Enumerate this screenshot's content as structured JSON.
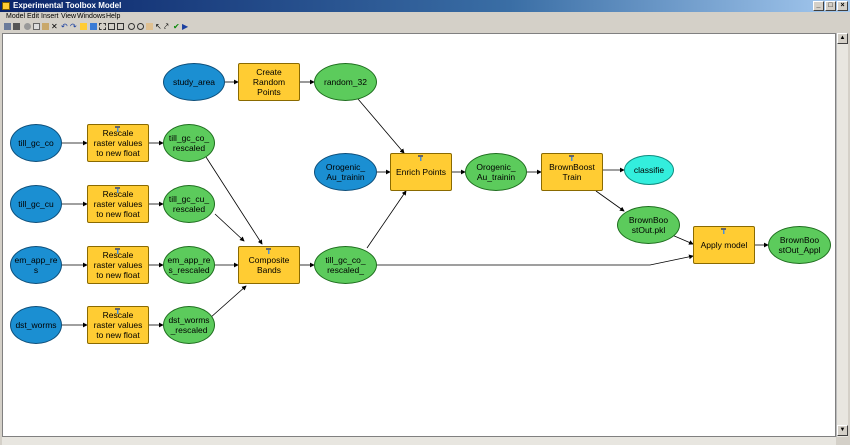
{
  "window": {
    "title": "Experimental Toolbox Model"
  },
  "menu": [
    "Model",
    "Edit",
    "Insert",
    "View",
    "Windows",
    "Help"
  ],
  "nodes": {
    "study_area": "study_area",
    "create_random_points": "Create\nRandom\nPoints",
    "random_32": "random_32",
    "till_gc_co": "till_gc_co",
    "rescale_1": "Rescale\nraster values\nto new float",
    "till_gc_co_rescaled": "till_gc_co_\nrescaled",
    "till_gc_cu": "till_gc_cu",
    "rescale_2": "Rescale\nraster values\nto new float",
    "till_gc_cu_rescaled": "till_gc_cu_\nrescaled",
    "em_app_res": "em_app_re\ns",
    "rescale_3": "Rescale\nraster values\nto new float",
    "em_app_res_rescaled": "em_app_re\ns_rescaled",
    "dst_worms": "dst_worms",
    "rescale_4": "Rescale\nraster values\nto new float",
    "dst_worms_rescaled": "dst_worms\n_rescaled",
    "composite_bands": "Composite\nBands",
    "till_gc_co_rescaled_out": "till_gc_co_\nrescaled_",
    "orogenic_input": "Orogenic_\nAu_trainin",
    "enrich_points": "Enrich Points",
    "orogenic_output": "Orogenic_\nAu_trainin",
    "brownboost_train": "BrownBoost\nTrain",
    "classifie": "classifie",
    "brownboost_pkl": "BrownBoo\nstOut.pkl",
    "apply_model": "Apply model",
    "brownboost_appl": "BrownBoo\nstOut_Appl"
  },
  "colors": {
    "input_variable": "#1b8fd2",
    "derived_data": "#5ccb5c",
    "tool": "#ffcc33",
    "classifier_output": "#33eedd"
  }
}
